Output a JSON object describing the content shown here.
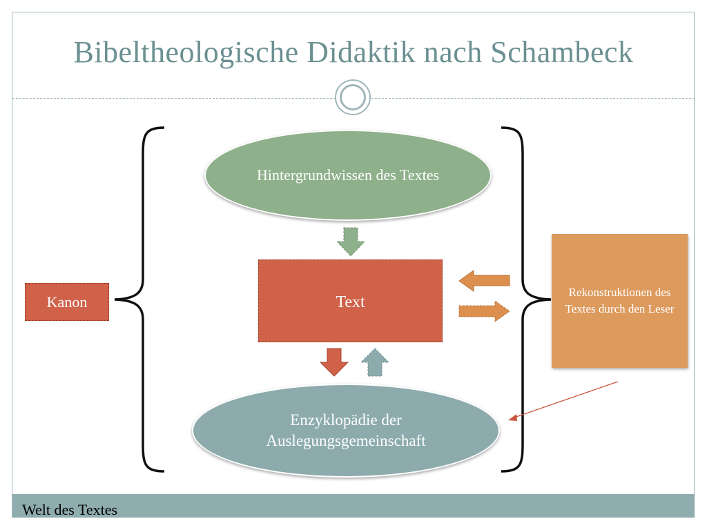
{
  "slide": {
    "title": "Bibeltheologische Didaktik nach Schambeck",
    "footer_label": "Welt des Textes"
  },
  "diagram": {
    "top_ellipse": "Hintergrundwissen des Textes",
    "center_box": "Text",
    "bottom_ellipse": "Enzyklopädie der Auslegungsgemeinschaft",
    "left_box": "Kanon",
    "right_box": "Rekonstruktionen des Textes durch den Leser"
  },
  "colors": {
    "title": "#6c9092",
    "green_ellipse": "#8eb08b",
    "teal_ellipse": "#8dabad",
    "red_box": "#d0624a",
    "orange_box": "#dd9a5d",
    "orange_arrows": "#dd8f4e",
    "footer_bar": "#8fadaf"
  }
}
